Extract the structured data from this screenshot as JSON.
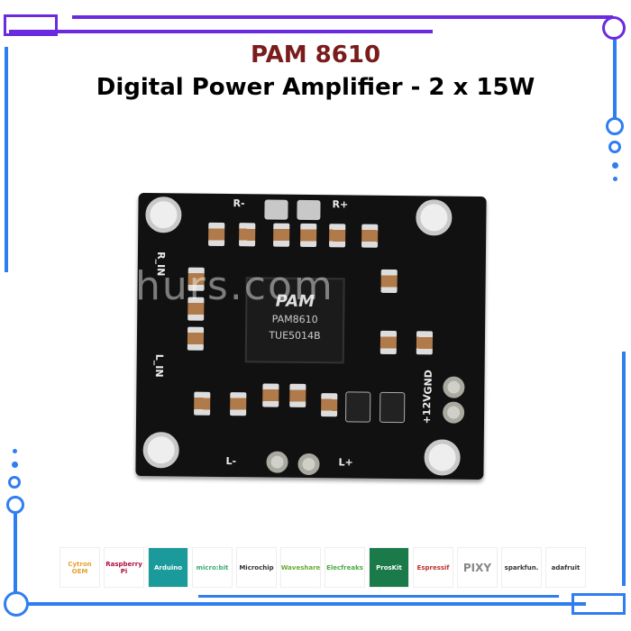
{
  "title": "PAM 8610",
  "subtitle": "Digital Power Amplifier - 2 x 15W",
  "board": {
    "labels": {
      "r_minus": "R-",
      "r_plus": "R+",
      "r_in": "R_IN",
      "l_in": "L_IN",
      "l_minus": "L-",
      "l_plus": "L+",
      "v12": "+12V",
      "gnd": "GND"
    },
    "chip_logo": "PAM",
    "chip_name": "PAM8610",
    "chip_code": "TUE5014B",
    "watermark": "hurs.com"
  },
  "logos": [
    "Cytron OEM",
    "Raspberry Pi",
    "Arduino",
    "micro:bit",
    "Microchip",
    "Waveshare",
    "Elecfreaks",
    "ProsKit",
    "Espressif",
    "PIXY",
    "sparkfun.",
    "adafruit"
  ],
  "colors": {
    "frame_purple": "#6a2be0",
    "frame_blue": "#2f7ef0",
    "title": "#7a1c1c"
  }
}
